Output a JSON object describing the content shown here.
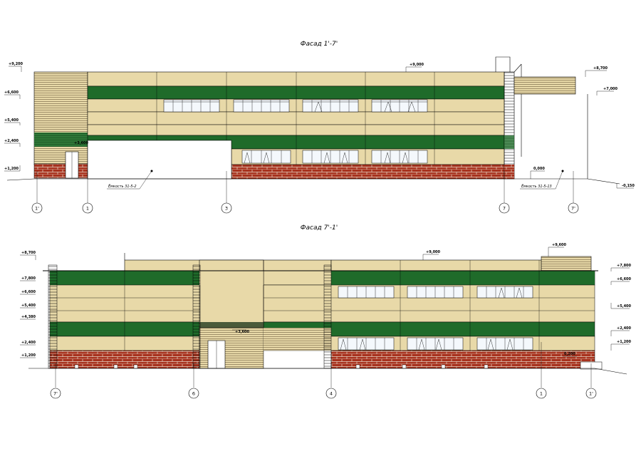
{
  "facade_top": {
    "title": "Фасад 1'-7'",
    "levels_left": [
      "+9,200",
      "+6,600",
      "+5,400",
      "+2,400",
      "+1,200"
    ],
    "levels_mid": [
      "+9,000",
      "+3,600"
    ],
    "levels_right": [
      "+8,700",
      "+7,000",
      "0,000",
      "-0,150"
    ],
    "axes": [
      "1'",
      "1",
      "3",
      "7",
      "7'"
    ],
    "notes": [
      "Ёмкость 31-5-2",
      "Ёмкость 31-5-13"
    ]
  },
  "facade_bottom": {
    "title": "Фасад 7'-1'",
    "levels_left": [
      "+8,700",
      "+7,800",
      "+6,600",
      "+5,400",
      "+4,380",
      "+2,400",
      "+1,200"
    ],
    "levels_mid": [
      "+9,000",
      "+9,600",
      "+3,600",
      "0,200"
    ],
    "levels_right": [
      "+7,800",
      "+6,600",
      "+5,400",
      "+2,400",
      "+1,200"
    ],
    "axes": [
      "7'",
      "6",
      "4",
      "1",
      "1'"
    ]
  },
  "colors": {
    "cream": "#e8d9a8",
    "green": "#1f6b2a",
    "brick": "#a8321e",
    "mortar": "#e8e0d0",
    "window": "#f4f8fc",
    "dark_panel": "#4a5a3a"
  }
}
